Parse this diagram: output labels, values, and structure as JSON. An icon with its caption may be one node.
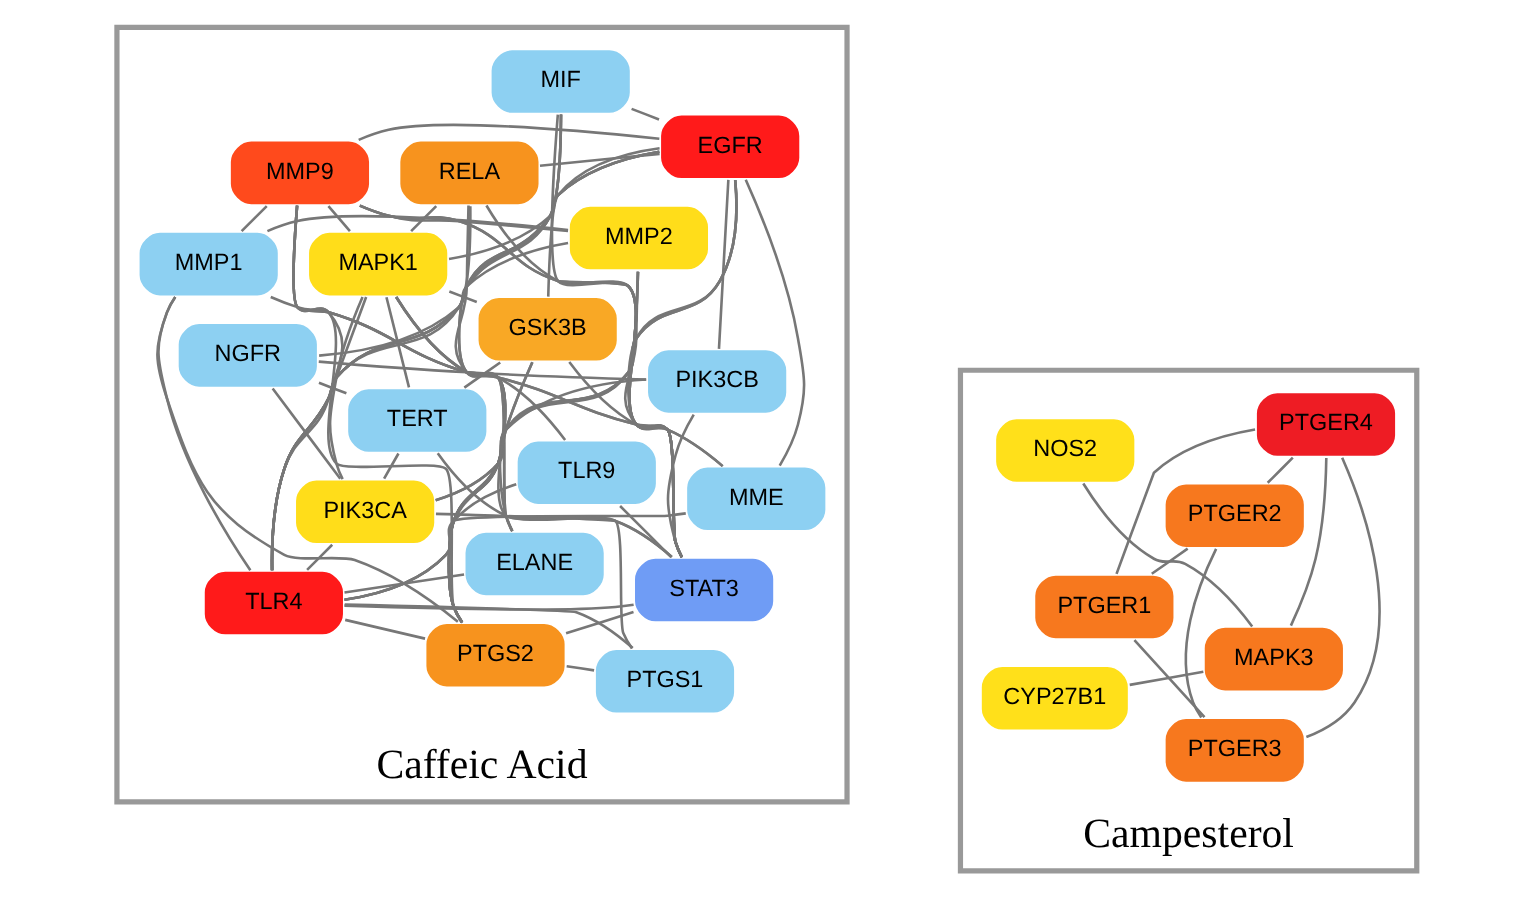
{
  "diagram": {
    "nodes": [
      {
        "text": [
          "Caffeic Acid"
        ]
      },
      {
        "text": [
          "TERT"
        ],
        "in": 0
      },
      {
        "text": [
          "GSK3B"
        ],
        "in": 0
      },
      {
        "text": [
          "TLR9"
        ],
        "in": 0
      },
      {
        "text": [
          "MAPK1"
        ],
        "in": 0
      },
      {
        "text": [
          "PIK3CA"
        ],
        "in": 0
      },
      {
        "text": [
          "MMP2"
        ],
        "in": 0
      },
      {
        "text": [
          "ELANE"
        ],
        "in": 0
      },
      {
        "text": [
          "STAT3"
        ],
        "in": 0
      },
      {
        "text": [
          "RELA"
        ],
        "in": 0
      },
      {
        "text": [
          "MMP9"
        ],
        "in": 0
      },
      {
        "text": [
          "PIK3CB"
        ],
        "in": 0
      },
      {
        "text": [
          "TLR4"
        ],
        "in": 0
      },
      {
        "text": [
          "EGFR"
        ],
        "in": 0
      },
      {
        "text": [
          "NGFR"
        ],
        "in": 0
      },
      {
        "text": [
          "MME"
        ],
        "in": 0
      },
      {
        "text": [
          "PTGS2"
        ],
        "in": 0
      },
      {
        "text": [
          "MMP1"
        ],
        "in": 0
      },
      {
        "text": [
          "PTGS1"
        ],
        "in": 0
      },
      {
        "text": [
          "MIF"
        ],
        "in": 0
      },
      {
        "text": [
          "Campesterol"
        ]
      },
      {
        "text": [
          "PTGER3"
        ],
        "in": 20
      },
      {
        "text": [
          "PTGER2"
        ],
        "in": 20
      },
      {
        "text": [
          "PTGER1"
        ],
        "in": 20
      },
      {
        "text": [
          "PTGER4"
        ],
        "in": 20
      },
      {
        "text": [
          "MAPK3"
        ],
        "in": 20
      },
      {
        "text": [
          "NOS2"
        ],
        "in": 20
      },
      {
        "text": [
          "CYP27B1"
        ],
        "in": 20
      }
    ],
    "edges": [
      {
        "from": 2,
        "to": 4,
        "arrow": "none"
      },
      {
        "from": 2,
        "to": 8,
        "arrow": "none"
      },
      {
        "from": 2,
        "to": 12,
        "arrow": "none"
      },
      {
        "from": 2,
        "to": 13,
        "arrow": "none"
      },
      {
        "from": 2,
        "to": 16,
        "arrow": "none"
      },
      {
        "from": 4,
        "to": 5,
        "arrow": "none"
      },
      {
        "from": 4,
        "to": 8,
        "arrow": "none"
      },
      {
        "from": 4,
        "to": 9,
        "arrow": "none"
      },
      {
        "from": 4,
        "to": 10,
        "arrow": "none"
      },
      {
        "from": 4,
        "to": 12,
        "arrow": "none"
      },
      {
        "from": 4,
        "to": 13,
        "arrow": "none"
      },
      {
        "from": 4,
        "to": 16,
        "arrow": "none"
      },
      {
        "from": 5,
        "to": 8,
        "arrow": "none"
      },
      {
        "from": 5,
        "to": 13,
        "arrow": "none"
      },
      {
        "from": 5,
        "to": 12,
        "arrow": "none"
      },
      {
        "from": 6,
        "to": 10,
        "arrow": "none"
      },
      {
        "from": 6,
        "to": 8,
        "arrow": "none"
      },
      {
        "from": 6,
        "to": 12,
        "arrow": "none"
      },
      {
        "from": 6,
        "to": 16,
        "arrow": "none"
      },
      {
        "from": 8,
        "to": 9,
        "arrow": "none"
      },
      {
        "from": 8,
        "to": 10,
        "arrow": "none"
      },
      {
        "from": 8,
        "to": 12,
        "arrow": "none"
      },
      {
        "from": 8,
        "to": 13,
        "arrow": "none"
      },
      {
        "from": 8,
        "to": 16,
        "arrow": "none"
      },
      {
        "from": 9,
        "to": 12,
        "arrow": "none"
      },
      {
        "from": 9,
        "to": 13,
        "arrow": "none"
      },
      {
        "from": 9,
        "to": 16,
        "arrow": "none"
      },
      {
        "from": 10,
        "to": 12,
        "arrow": "none"
      },
      {
        "from": 10,
        "to": 13,
        "arrow": "none"
      },
      {
        "from": 10,
        "to": 16,
        "arrow": "none"
      },
      {
        "from": 12,
        "to": 13,
        "arrow": "none"
      },
      {
        "from": 12,
        "to": 16,
        "arrow": "none"
      },
      {
        "from": 13,
        "to": 16,
        "arrow": "none"
      },
      {
        "from": 1,
        "to": 2,
        "arrow": "none"
      },
      {
        "from": 1,
        "to": 4,
        "arrow": "none"
      },
      {
        "from": 1,
        "to": 5,
        "arrow": "none"
      },
      {
        "from": 1,
        "to": 8,
        "arrow": "none"
      },
      {
        "from": 1,
        "to": 14,
        "arrow": "none"
      },
      {
        "from": 3,
        "to": 12,
        "arrow": "none"
      },
      {
        "from": 3,
        "to": 8,
        "arrow": "none"
      },
      {
        "from": 3,
        "to": 4,
        "arrow": "none"
      },
      {
        "from": 7,
        "to": 10,
        "arrow": "none"
      },
      {
        "from": 7,
        "to": 6,
        "arrow": "none"
      },
      {
        "from": 7,
        "to": 12,
        "arrow": "none"
      },
      {
        "from": 7,
        "to": 19,
        "arrow": "none"
      },
      {
        "from": 15,
        "to": 17,
        "arrow": "none"
      },
      {
        "from": 15,
        "to": 10,
        "arrow": "none"
      },
      {
        "from": 15,
        "to": 12,
        "arrow": "none"
      },
      {
        "from": 15,
        "to": 13,
        "arrow": "none"
      },
      {
        "from": 17,
        "to": 10,
        "arrow": "none"
      },
      {
        "from": 17,
        "to": 6,
        "arrow": "none"
      },
      {
        "from": 17,
        "to": 16,
        "arrow": "none"
      },
      {
        "from": 17,
        "to": 12,
        "arrow": "none"
      },
      {
        "from": 18,
        "to": 16,
        "arrow": "none"
      },
      {
        "from": 18,
        "to": 12,
        "arrow": "none"
      },
      {
        "from": 18,
        "to": 10,
        "arrow": "none"
      },
      {
        "from": 19,
        "to": 12,
        "arrow": "none"
      },
      {
        "from": 19,
        "to": 8,
        "arrow": "none"
      },
      {
        "from": 19,
        "to": 16,
        "arrow": "none"
      },
      {
        "from": 19,
        "to": 13,
        "arrow": "none"
      },
      {
        "from": 14,
        "to": 5,
        "arrow": "none"
      },
      {
        "from": 14,
        "to": 13,
        "arrow": "none"
      },
      {
        "from": 14,
        "to": 11,
        "arrow": "none"
      },
      {
        "from": 11,
        "to": 5,
        "arrow": "none"
      },
      {
        "from": 11,
        "to": 13,
        "arrow": "none"
      },
      {
        "from": 11,
        "to": 8,
        "arrow": "none"
      },
      {
        "from": 21,
        "to": 22,
        "arrow": "none"
      },
      {
        "from": 21,
        "to": 23,
        "arrow": "none"
      },
      {
        "from": 21,
        "to": 24,
        "arrow": "none"
      },
      {
        "from": 22,
        "to": 23,
        "arrow": "none"
      },
      {
        "from": 22,
        "to": 24,
        "arrow": "none"
      },
      {
        "from": 23,
        "to": 24,
        "arrow": "none"
      },
      {
        "from": 24,
        "to": 25,
        "arrow": "none"
      },
      {
        "from": 25,
        "to": 26,
        "arrow": "none"
      },
      {
        "from": 25,
        "to": 27,
        "arrow": "none"
      }
    ]
  }
}
